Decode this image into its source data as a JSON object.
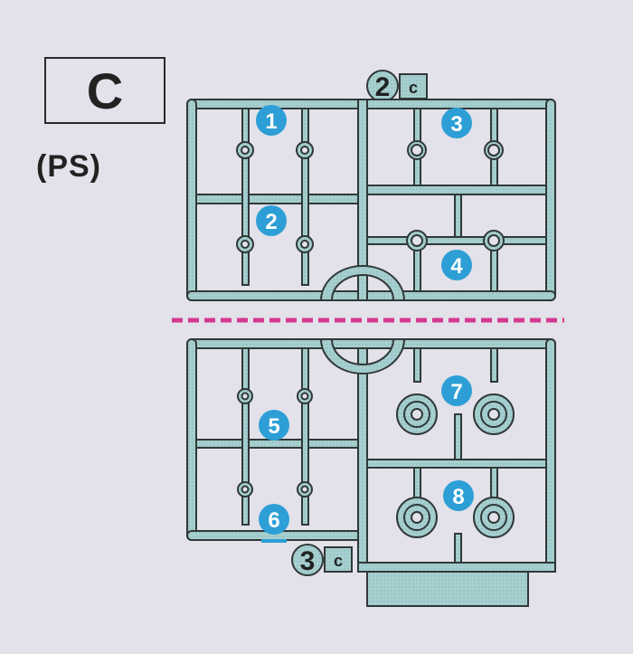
{
  "header": {
    "part_letter": "C",
    "material": "(PS)"
  },
  "runner_tags": [
    {
      "number": "2",
      "letter": "c"
    },
    {
      "number": "3",
      "letter": "c"
    }
  ],
  "part_numbers": [
    "1",
    "2",
    "3",
    "4",
    "5",
    "6",
    "7",
    "8"
  ],
  "colors": {
    "background": "#e3e1ea",
    "runner_fill": "#a6cfcf",
    "runner_stroke": "#303838",
    "badge": "#2d9fd6",
    "cut_line": "#d4398f"
  }
}
